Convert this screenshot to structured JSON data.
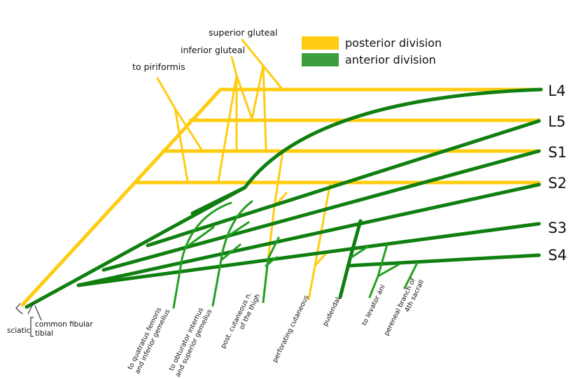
{
  "legend": {
    "posterior": {
      "label": "posterior division",
      "color": "#ffcc11"
    },
    "anterior": {
      "label": "anterior division",
      "color": "#3d9e3d"
    }
  },
  "colors": {
    "posterior": "#ffcc11",
    "anterior_dark": "#0f7f0f",
    "anterior_light": "#22a022",
    "bracket": "#333333",
    "text": "#111111"
  },
  "roots": [
    "L4",
    "L5",
    "S1",
    "S2",
    "S3",
    "S4"
  ],
  "upper_labels": {
    "superior_gluteal": "superior gluteal",
    "inferior_gluteal": "inferior gluteal",
    "to_piriformis": "to piriformis"
  },
  "lower_labels": {
    "quadratus": [
      "to quatratus femoris",
      "and inferior gemellus"
    ],
    "obturator": [
      "to obturator internus",
      "and superior gemellus"
    ],
    "post_cutaneous": [
      "post. cutaneous n.",
      "of the thigh"
    ],
    "perforating": "perforating cutaneous",
    "pudendal": "pudendal",
    "levator": "to levator ani",
    "perineal": [
      "pereneal branch of",
      "4th sacrall"
    ]
  },
  "sciatic_labels": {
    "sciatic": "sciatic",
    "common_fibular": "common fibular",
    "tibial": "tibial"
  }
}
